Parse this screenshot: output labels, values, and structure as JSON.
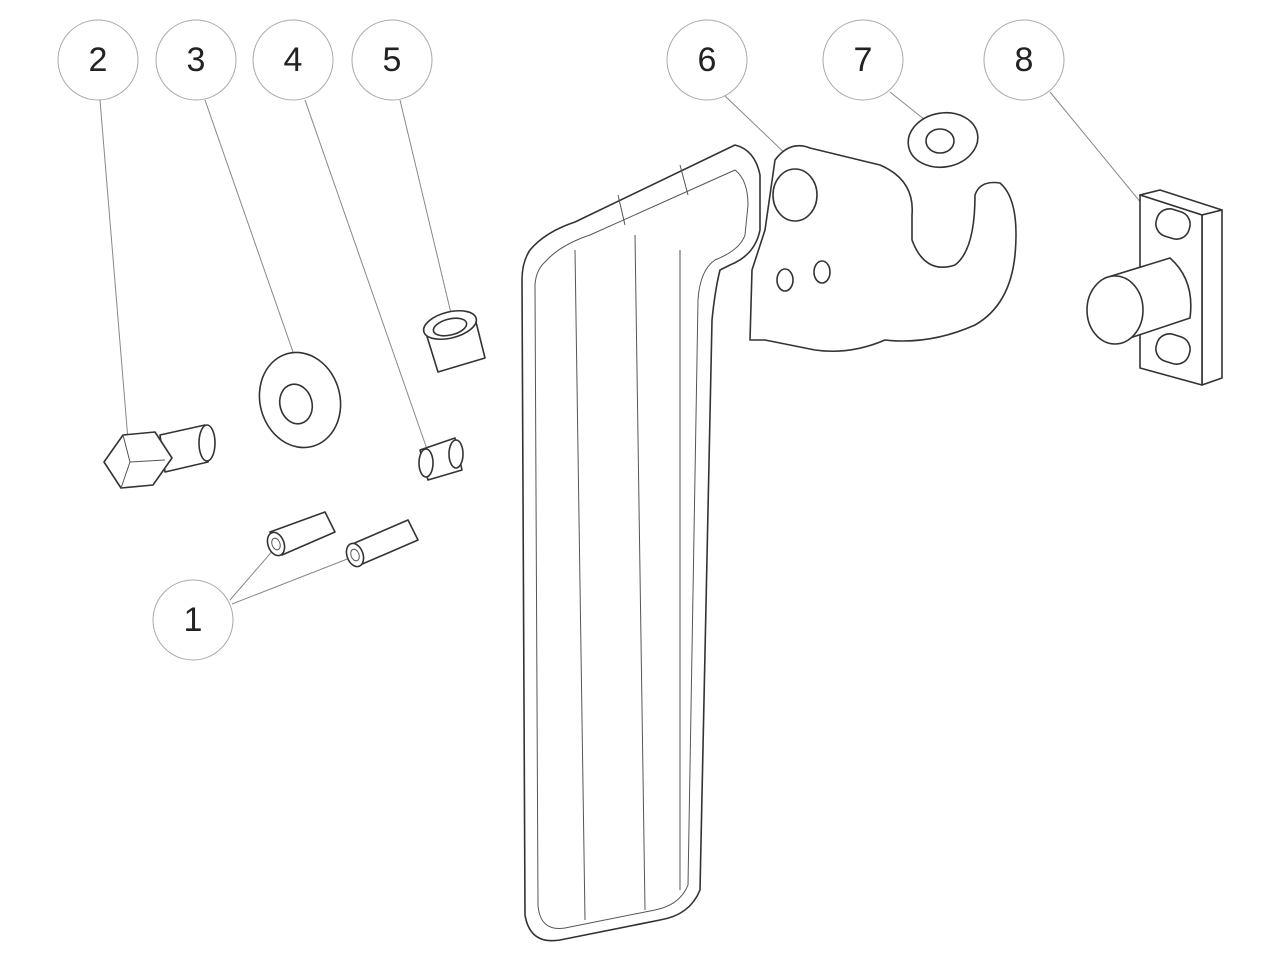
{
  "balloons": {
    "b1": "1",
    "b2": "2",
    "b3": "3",
    "b4": "4",
    "b5": "5",
    "b6": "6",
    "b7": "7",
    "b8": "8"
  }
}
